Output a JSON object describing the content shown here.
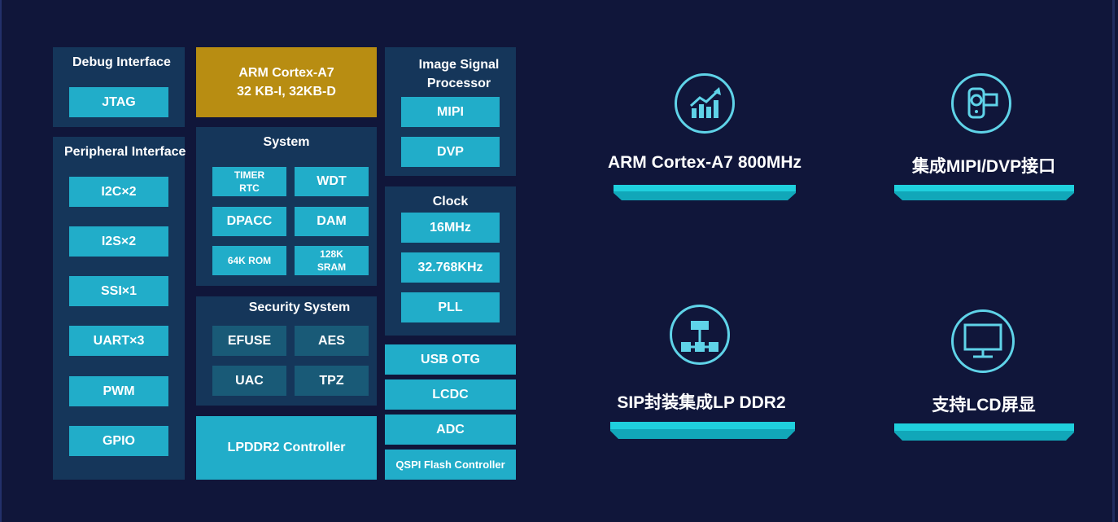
{
  "diagram": {
    "debug": {
      "title": "Debug Interface",
      "items": [
        "JTAG"
      ]
    },
    "peripheral": {
      "title": "Peripheral Interface",
      "items": [
        "I2C×2",
        "I2S×2",
        "SSI×1",
        "UART×3",
        "PWM",
        "GPIO"
      ]
    },
    "arm": {
      "line1": "ARM Cortex-A7",
      "line2": "32 KB-I, 32KB-D"
    },
    "system": {
      "title": "System",
      "timer_rtc": "TIMER\nRTC",
      "wdt": "WDT",
      "dpacc": "DPACC",
      "dam": "DAM",
      "rom": "64K ROM",
      "sram": "128K\nSRAM"
    },
    "security": {
      "title": "Security System",
      "items": [
        "EFUSE",
        "AES",
        "UAC",
        "TPZ"
      ]
    },
    "lpddr2": "LPDDR2 Controller",
    "isp": {
      "title": "Image Signal\nProcessor",
      "items": [
        "MIPI",
        "DVP"
      ]
    },
    "clock": {
      "title": "Clock",
      "items": [
        "16MHz",
        "32.768KHz",
        "PLL"
      ]
    },
    "io": [
      "USB OTG",
      "LCDC",
      "ADC",
      "QSPI Flash Controller"
    ]
  },
  "features": [
    {
      "text": "ARM Cortex-A7 800MHz",
      "icon": "growth-chart-icon"
    },
    {
      "text": "集成MIPI/DVP接口",
      "icon": "camera-icon"
    },
    {
      "text": "SIP封装集成LP DDR2",
      "icon": "network-hierarchy-icon"
    },
    {
      "text": "支持LCD屏显",
      "icon": "monitor-icon"
    }
  ],
  "colors": {
    "background": "#10163a",
    "panel": "#15365a",
    "component": "#21adc9",
    "security_component": "#195a77",
    "arm_core": "#b88d12",
    "accent": "#5fd3e8",
    "ribbon": "#17c9d6"
  }
}
